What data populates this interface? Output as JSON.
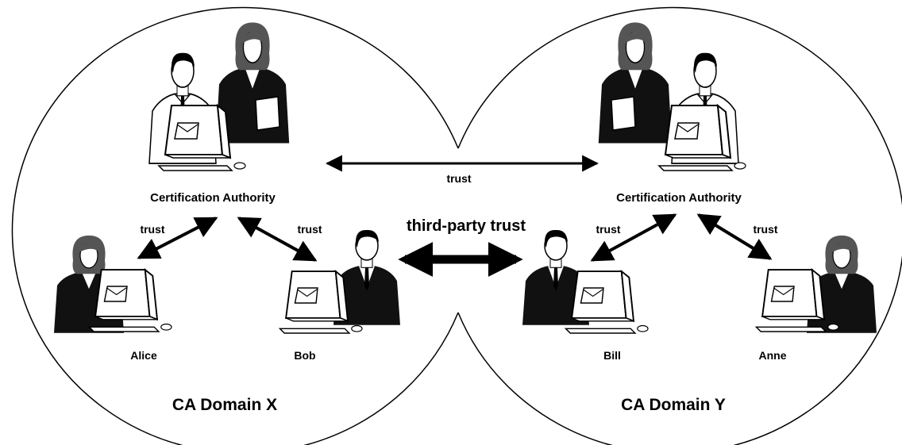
{
  "labels": {
    "ca_left": "Certification Authority",
    "ca_right": "Certification Authority",
    "trust_ca": "trust",
    "trust_alice": "trust",
    "trust_bob": "trust",
    "trust_bill": "trust",
    "trust_anne": "trust",
    "third_party": "third-party trust",
    "alice": "Alice",
    "bob": "Bob",
    "bill": "Bill",
    "anne": "Anne",
    "domain_x": "CA Domain X",
    "domain_y": "CA Domain Y"
  },
  "colors": {
    "line": "#000000",
    "hair": "#555555",
    "shirt": "#ffffff",
    "background": "#ffffff"
  }
}
